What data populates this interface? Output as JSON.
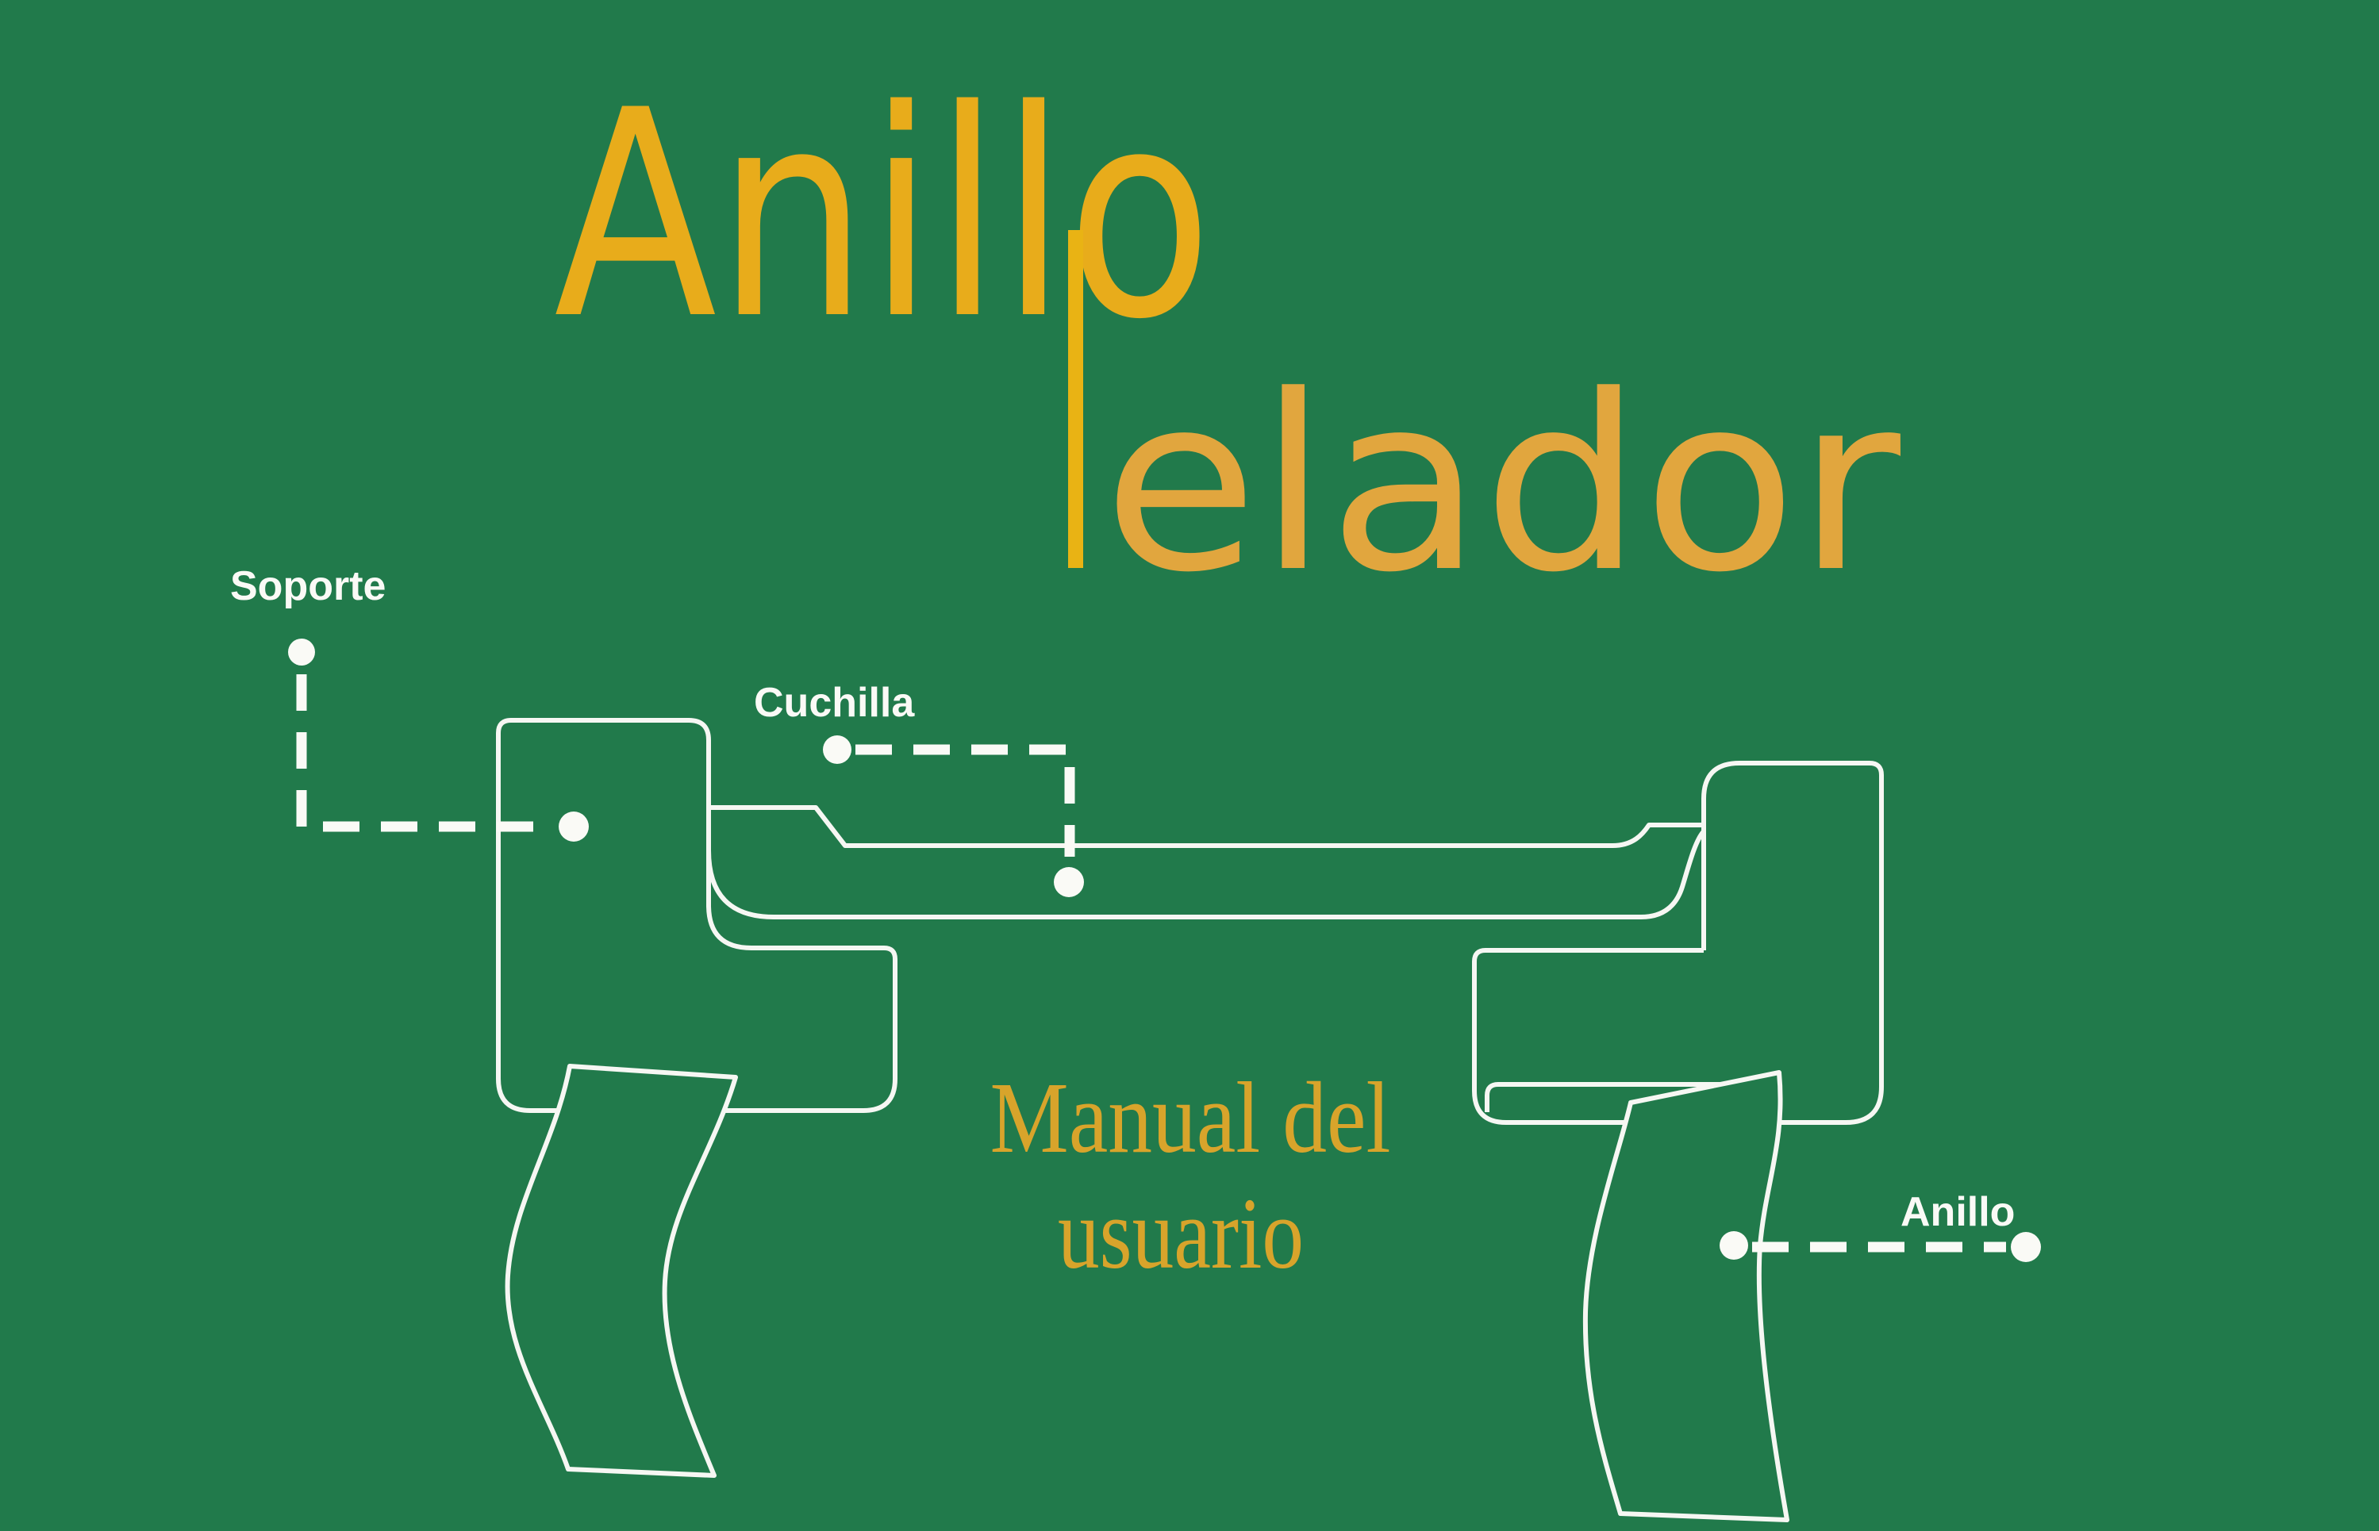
{
  "page": {
    "kind": "user-manual-cover-illustration",
    "language": "es"
  },
  "colors": {
    "background": "#217A4B",
    "line": "#F6F7F3",
    "title_primary": "#E8AC1B",
    "title_secondary": "#E1A63E",
    "stem": "#E9B314",
    "subtitle": "#D8A42B",
    "label": "#FAFAF6"
  },
  "title": {
    "line1": "Anillo",
    "line2_rendered": "elador",
    "line2_reads_as": "Pelador"
  },
  "subtitle": {
    "line1": "Manual del",
    "line2": "usuario"
  },
  "callouts": {
    "support": {
      "label": "Soporte"
    },
    "blade": {
      "label": "Cuchilla"
    },
    "ring": {
      "label": "Anillo"
    }
  }
}
